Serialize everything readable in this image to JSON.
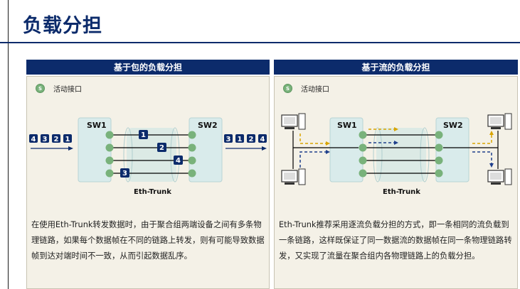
{
  "title": "负载分担",
  "left": {
    "header": "基于包的负载分担",
    "legend": "活动接口",
    "sw1": "SW1",
    "sw2": "SW2",
    "trunk": "Eth-Trunk",
    "port_glyph": "S",
    "incoming": [
      "4",
      "3",
      "2",
      "1"
    ],
    "outgoing": [
      "3",
      "1",
      "2",
      "4"
    ],
    "link_packets": [
      "1",
      "2",
      "4",
      "3"
    ],
    "desc": "在使用Eth-Trunk转发数据时，由于聚合组两端设备之间有多条物理链路，如果每个数据帧在不同的链路上转发，则有可能导致数据帧到达对端时间不一致，从而引起数据乱序。"
  },
  "right": {
    "header": "基于流的负载分担",
    "legend": "活动接口",
    "sw1": "SW1",
    "sw2": "SW2",
    "trunk": "Eth-Trunk",
    "port_glyph": "S",
    "desc": "Eth-Trunk推荐采用逐流负载分担的方式，即一条相同的流负载到一条链路，这样既保证了同一数据流的数据帧在同一条物理链路转发，又实现了流量在聚合组内各物理链路上的负载分担。"
  },
  "colors": {
    "brand": "#0c2b6b",
    "port": "#79b27b",
    "flow_a": "#d9a400",
    "flow_b": "#1f3f8c"
  }
}
